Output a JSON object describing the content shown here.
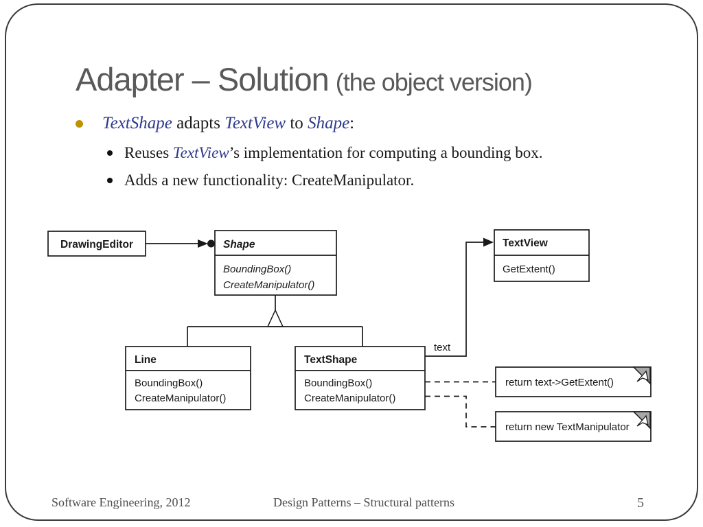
{
  "title": {
    "main": "Adapter – Solution",
    "suffix": "(the object version)"
  },
  "bullets": [
    {
      "level": 1,
      "segments": [
        {
          "t": "TextShape",
          "em": true
        },
        {
          "t": " adapts ",
          "em": false
        },
        {
          "t": "TextView",
          "em": true
        },
        {
          "t": " to ",
          "em": false
        },
        {
          "t": "Shape",
          "em": true
        },
        {
          "t": ":",
          "em": false
        }
      ]
    },
    {
      "level": 2,
      "segments": [
        {
          "t": "Reuses ",
          "em": false
        },
        {
          "t": "TextView",
          "em": true
        },
        {
          "t": "’s implementation for computing a bounding box.",
          "em": false
        }
      ]
    },
    {
      "level": 2,
      "segments": [
        {
          "t": "Adds a new functionality: CreateManipulator.",
          "em": false
        }
      ]
    }
  ],
  "diagram": {
    "classes": {
      "drawing_editor": {
        "name": "DrawingEditor"
      },
      "shape": {
        "name": "Shape",
        "methods": [
          "BoundingBox()",
          "CreateManipulator()"
        ]
      },
      "text_view": {
        "name": "TextView",
        "methods": [
          "GetExtent()"
        ]
      },
      "line": {
        "name": "Line",
        "methods": [
          "BoundingBox()",
          "CreateManipulator()"
        ]
      },
      "text_shape": {
        "name": "TextShape",
        "methods": [
          "BoundingBox()",
          "CreateManipulator()"
        ]
      }
    },
    "association_label": "text",
    "note1": "return text->GetExtent()",
    "note2": "return new TextManipulator"
  },
  "footer": {
    "left": "Software Engineering, 2012",
    "center": "Design Patterns – Structural patterns",
    "page": "5"
  },
  "colors": {
    "title_gray": "#595959",
    "bullet_gold": "#bf9000",
    "class_name_blue": "#2e3a8c"
  }
}
